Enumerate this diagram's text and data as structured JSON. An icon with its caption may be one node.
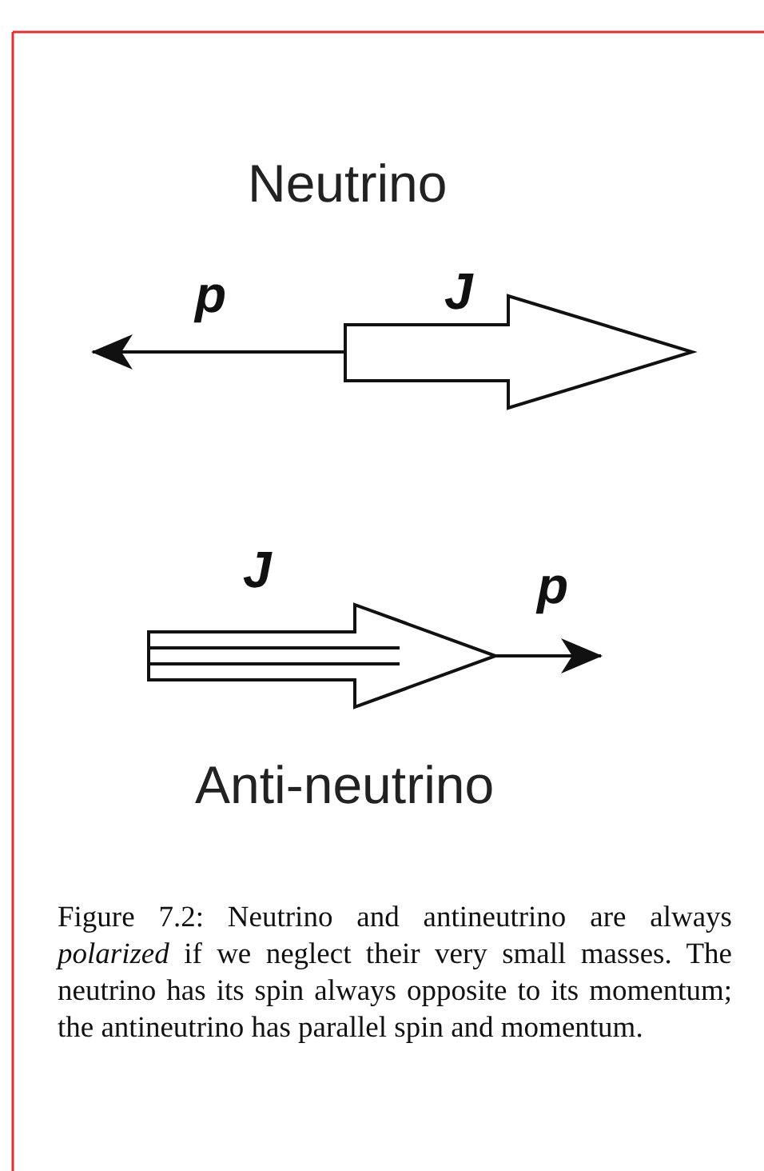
{
  "diagram": {
    "caption": "Figure 7.2: Neutrino and antineutrino are always *polarized* if we neglect their very small masses. The neutrino has its spin always opposite to its momentum; the antineutrino has parallel spin and momentum.",
    "labels": [
      "Neutrino",
      "p",
      "J",
      "J",
      "p",
      "Anti-neutrino"
    ]
  }
}
